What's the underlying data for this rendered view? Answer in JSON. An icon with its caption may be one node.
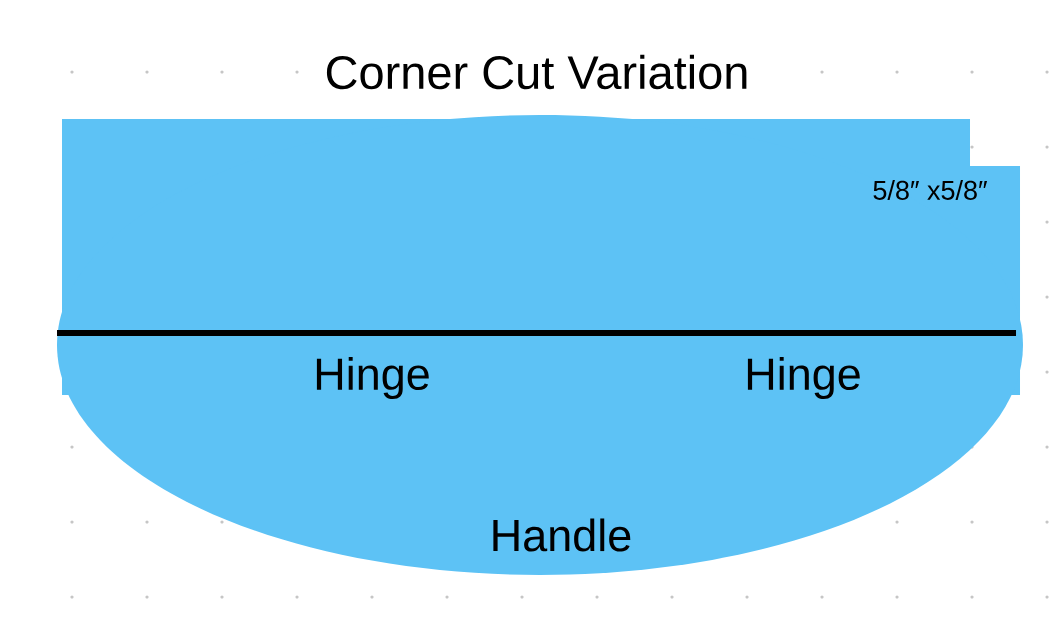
{
  "diagram": {
    "title": "Corner Cut Variation",
    "nodes": [
      {
        "text": [
          "5/8″ x5/8″",
          "Hinge",
          "Hinge",
          "Handle"
        ]
      }
    ]
  }
}
